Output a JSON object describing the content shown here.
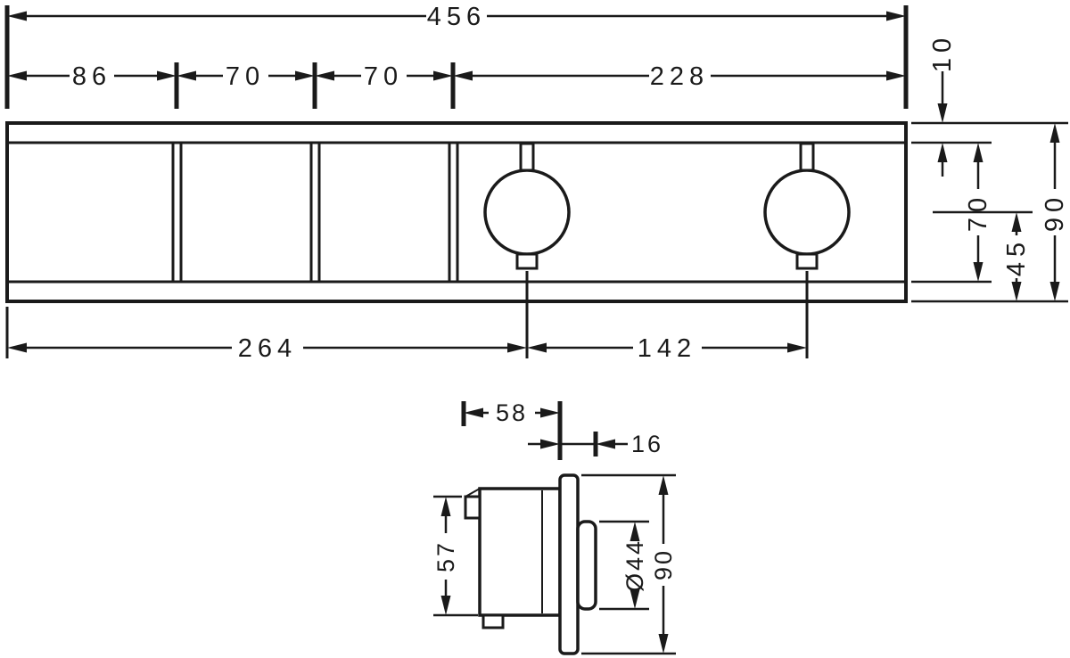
{
  "meta": {
    "drawing_type": "technical dimension drawing",
    "background_color": "#ffffff",
    "line_color": "#1a1a1a"
  },
  "front_view": {
    "dim_width_total": "456",
    "dim_seg_1": "86",
    "dim_seg_2": "70",
    "dim_seg_3": "70",
    "dim_seg_4": "228",
    "dim_top_offset": "10",
    "dim_opening_height": "70",
    "dim_height_total": "90",
    "dim_center_to_bottom": "45",
    "dim_left_to_first_handle": "264",
    "dim_handle_spacing": "142"
  },
  "side_view": {
    "dim_body_depth": "58",
    "dim_front_depth": "16",
    "dim_body_height": "57",
    "dim_handle_diameter": "Ø44",
    "dim_plate_height": "90"
  }
}
